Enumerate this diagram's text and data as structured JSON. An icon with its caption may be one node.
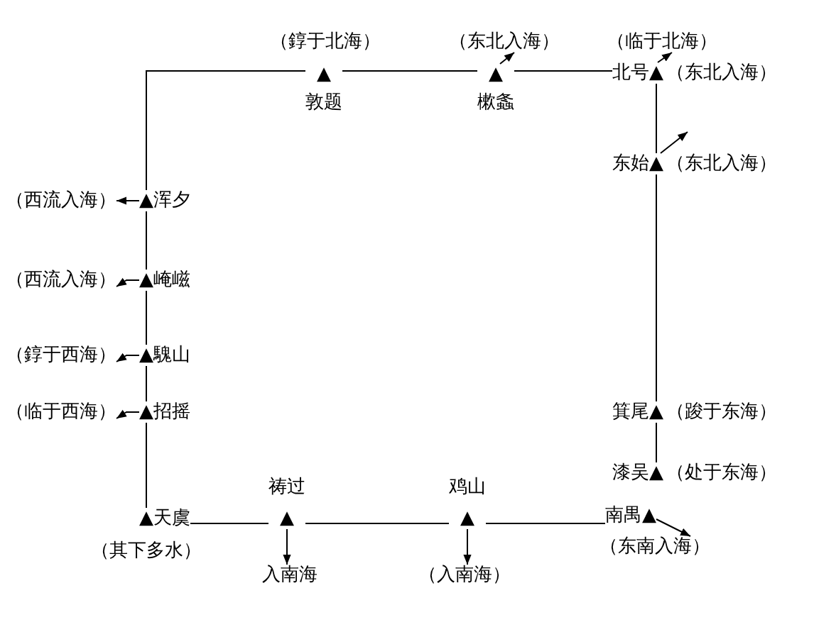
{
  "diagram": {
    "nodes": [
      {
        "text": [
          "（东北入海）"
        ]
      },
      {
        "text": [
          "（临于北海）"
        ]
      },
      {
        "text": [
          "▲",
          "敦题"
        ],
        "beside": [
          "（錞于北海）"
        ]
      },
      {
        "text": [
          "▲",
          "樕螽"
        ]
      },
      {
        "text": [
          "北号▲"
        ],
        "beside": [
          "（东北入海）"
        ]
      },
      {
        "text": [
          "东始▲"
        ],
        "beside": [
          "（东北入海）"
        ]
      },
      {
        "text": [
          "（西流入海）"
        ]
      },
      {
        "text": [
          "▲浑夕"
        ]
      },
      {
        "text": [
          "（西流入海）"
        ]
      },
      {
        "text": [
          "▲崦嵫"
        ]
      },
      {
        "text": [
          "（錞于西海）"
        ]
      },
      {
        "text": [
          "▲騩山"
        ]
      },
      {
        "text": [
          "（临于西海）"
        ]
      },
      {
        "text": [
          "▲招摇"
        ]
      },
      {
        "text": [
          "箕尾▲"
        ],
        "beside": [
          "（踆于东海）"
        ]
      },
      {
        "text": [
          "漆吴▲"
        ],
        "beside": [
          "（处于东海）"
        ]
      },
      {
        "text": [
          "▲天虞"
        ],
        "beside": [
          "（其下多水）"
        ]
      },
      {
        "text": [
          "祷过",
          "▲"
        ]
      },
      {
        "text": [
          "鸡山",
          "▲"
        ]
      },
      {
        "text": [
          "南禺▲"
        ]
      },
      {
        "text": [
          "（东南入海）"
        ]
      },
      {
        "text": [
          "入南海"
        ]
      },
      {
        "text": [
          "（入南海）"
        ]
      }
    ],
    "edges": [
      {
        "from": 2,
        "to": 3,
        "arrow": "none"
      },
      {
        "from": 3,
        "to": 4,
        "arrow": "none"
      },
      {
        "from": 4,
        "to": 5,
        "arrow": "none"
      },
      {
        "from": 5,
        "to": 14,
        "arrow": "none"
      },
      {
        "from": 14,
        "to": 15,
        "arrow": "none"
      },
      {
        "from": 19,
        "to": 18,
        "arrow": "none"
      },
      {
        "from": 18,
        "to": 17,
        "arrow": "none"
      },
      {
        "from": 17,
        "to": 16,
        "arrow": "none"
      },
      {
        "from": 16,
        "to": 13,
        "arrow": "none"
      },
      {
        "from": 13,
        "to": 11,
        "arrow": "none"
      },
      {
        "from": 11,
        "to": 9,
        "arrow": "none"
      },
      {
        "from": 9,
        "to": 7,
        "arrow": "none"
      },
      {
        "from": 7,
        "to": 2,
        "arrow": "none"
      },
      {
        "from": 3,
        "to": 0,
        "arrow": "to"
      },
      {
        "from": 4,
        "to": 1,
        "arrow": "to"
      },
      {
        "from": 5,
        "to": null,
        "arrow": "to"
      },
      {
        "from": 7,
        "to": 6,
        "arrow": "to"
      },
      {
        "from": 9,
        "to": 8,
        "arrow": "to"
      },
      {
        "from": 11,
        "to": 10,
        "arrow": "to"
      },
      {
        "from": 13,
        "to": 12,
        "arrow": "to"
      },
      {
        "from": 17,
        "to": 21,
        "arrow": "to"
      },
      {
        "from": 18,
        "to": 22,
        "arrow": "to"
      },
      {
        "from": 19,
        "to": 20,
        "arrow": "to"
      }
    ]
  }
}
